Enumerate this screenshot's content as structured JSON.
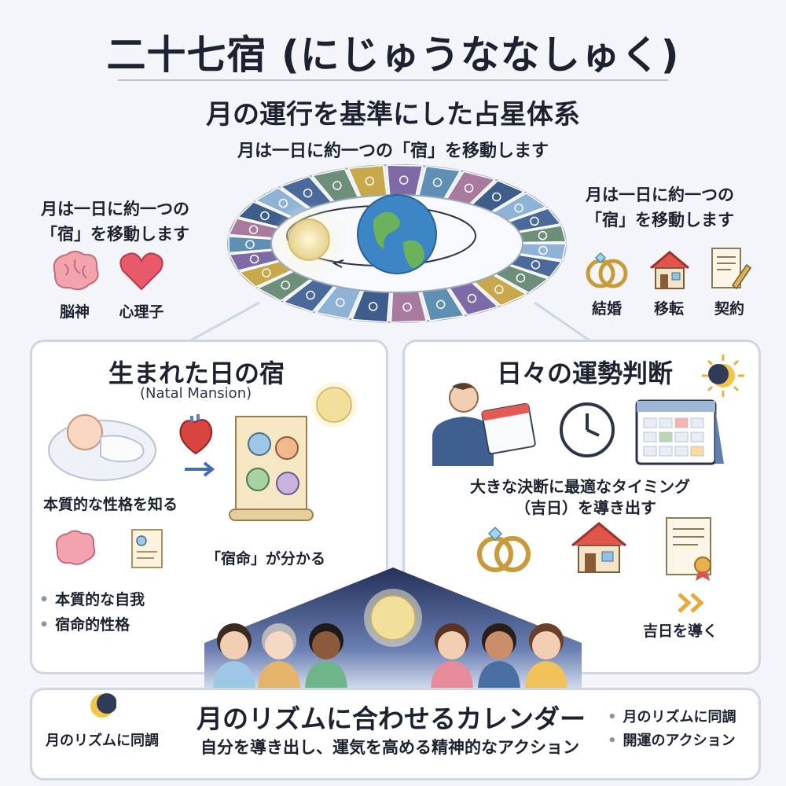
{
  "header": {
    "title": "二十七宿 (にじゅうななしゅく)",
    "subtitle": "月の運行を基準にした占星体系",
    "caption": "月は一日に約一つの「宿」を移動します"
  },
  "left_note": {
    "line1": "月は一日に約一つの",
    "line2": "「宿」を移動します",
    "icons": [
      {
        "label": "脳神",
        "icon": "brain-icon"
      },
      {
        "label": "心理子",
        "icon": "heart-icon"
      }
    ]
  },
  "right_note": {
    "line1": "月は一日に約一つの",
    "line2": "「宿」を移動します",
    "icons": [
      {
        "label": "結婚",
        "icon": "rings-icon"
      },
      {
        "label": "移転",
        "icon": "house-icon"
      },
      {
        "label": "契約",
        "icon": "contract-icon"
      }
    ]
  },
  "natal": {
    "title": "生まれた日の宿",
    "subtitle": "(Natal Mansion)",
    "nature": "本質的な性格を知る",
    "destiny": "「宿命」が分かる",
    "bullets": [
      "本質的な自我",
      "宿命的性格"
    ]
  },
  "fortune": {
    "title": "日々の運勢判断",
    "line1": "大きな決断に最適なタイミング",
    "line2": "（吉日）を導き出す",
    "lead": "吉日を導く"
  },
  "calendar": {
    "title": "月のリズムに合わせるカレンダー",
    "subtitle": "自分を導き出し、運気を高める精神的なアクション",
    "left_label": "月のリズムに同調",
    "bullets": [
      "月のリズムに同調",
      "開運のアクション"
    ]
  },
  "colors": {
    "ring_segments": [
      "#8fb3d6",
      "#4b6a9b",
      "#6d8f7a",
      "#c9a84c",
      "#7d6aa6",
      "#5f8fb3",
      "#a77a9e",
      "#3f5d8a"
    ],
    "moon": "#f3e6b0",
    "earth_sea": "#3d86c6",
    "earth_land": "#6bb35a"
  }
}
